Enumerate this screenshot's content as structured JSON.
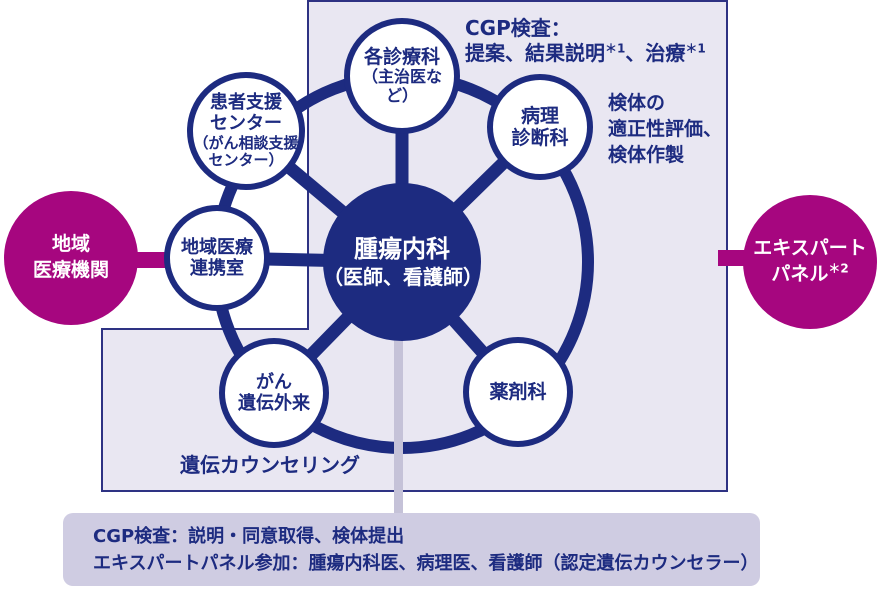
{
  "colors": {
    "navy": "#1d2b80",
    "magenta": "#a6067f",
    "panel_fill": "#e9e7f2",
    "panel_border": "#2e3283",
    "note_fill": "#cfcce2",
    "line_grey": "#c5c2d8",
    "white": "#ffffff"
  },
  "hub": {
    "line1": "腫瘍内科",
    "line2": "（医師、看護師）"
  },
  "satellites": {
    "clinical": {
      "line1": "各診療科",
      "line2": "（主治医など）"
    },
    "pathology": {
      "line1": "病理",
      "line2": "診断科"
    },
    "pharmacy": {
      "line1": "薬剤科"
    },
    "genetics": {
      "line1": "がん",
      "line2": "遺伝外来"
    },
    "patient_support": {
      "line1": "患者支援",
      "line2": "センター",
      "line3": "（がん相談支援",
      "line4": "センター）"
    },
    "regional_liaison": {
      "line1": "地域医療",
      "line2": "連携室"
    }
  },
  "external": {
    "regional": {
      "line1": "地域",
      "line2": "医療機関"
    },
    "expert_panel": {
      "line1": "エキスパート",
      "line2": "パネル",
      "sup": "＊2"
    }
  },
  "annotations": {
    "cgp_top": {
      "line1": "CGP検査：",
      "line2_a": "提案、結果説明",
      "line2_sup1": "＊1",
      "line2_b": "、治療",
      "line2_sup2": "＊1"
    },
    "specimen": {
      "line1": "検体の",
      "line2": "適正性評価、",
      "line3": "検体作製"
    },
    "genetic_counseling": "遺伝カウンセリング"
  },
  "note_box": {
    "line1": "CGP検査：説明・同意取得、検体提出",
    "line2": "エキスパートパネル参加：腫瘍内科医、病理医、看護師（認定遺伝カウンセラー）"
  }
}
